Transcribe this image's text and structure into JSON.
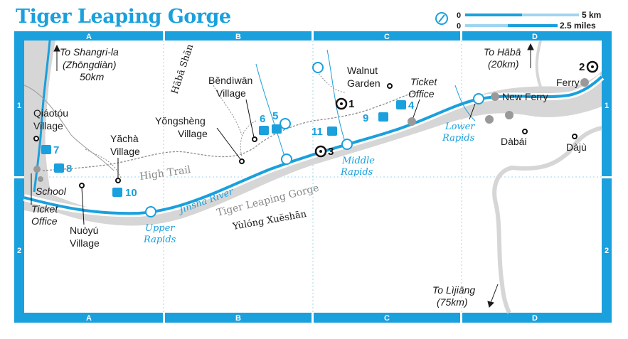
{
  "title": "Tiger Leaping Gorge",
  "scale": {
    "km": "5 km",
    "miles": "2.5 miles",
    "zero": "0"
  },
  "grid": {
    "columns": [
      "A",
      "B",
      "C",
      "D"
    ],
    "rows": [
      "1",
      "2"
    ]
  },
  "directions": {
    "shangrila": [
      "To Shangri-la",
      "(Zhōngdiàn)",
      "50km"
    ],
    "haba": [
      "To Hābā",
      "(20km)"
    ],
    "lijiang": [
      "To Lìjiāng",
      "(75km)"
    ]
  },
  "places": {
    "qiaotou": [
      "Qiáotóu",
      "Village"
    ],
    "yacha": [
      "Yăchà",
      "Village"
    ],
    "yongsheng": [
      "Yŏngshèng",
      "Village"
    ],
    "bendiwan": [
      "Bĕndìwān",
      "Village"
    ],
    "walnut": [
      "Walnut",
      "Garden"
    ],
    "nuoyu": [
      "Nuòyú",
      "Village"
    ],
    "dabai": "Dàbái",
    "daju": "Dàjù",
    "school": "School",
    "ticket_west": [
      "Ticket",
      "Office"
    ],
    "ticket_east": [
      "Ticket",
      "Office"
    ],
    "new_ferry": "New Ferry",
    "ferry": "Ferry"
  },
  "features": {
    "haba_shan": "Hābā Shān",
    "high_trail": "High Trail",
    "jinsha": "Jinsha River",
    "gorge": "Tiger Leaping Gorge",
    "yulong": "Yùlóng Xuĕshān",
    "upper": [
      "Upper",
      "Rapids"
    ],
    "middle": [
      "Middle",
      "Rapids"
    ],
    "lower": [
      "Lower",
      "Rapids"
    ]
  },
  "markers": {
    "sights": [
      "1",
      "2",
      "3"
    ],
    "sleeping": [
      "4",
      "5",
      "6",
      "7",
      "8",
      "9",
      "10",
      "11"
    ]
  },
  "colors": {
    "accent": "#1aa0dc",
    "river": "#1aa0dc",
    "terrain": "#d9d9d9",
    "trail": "#888888"
  }
}
